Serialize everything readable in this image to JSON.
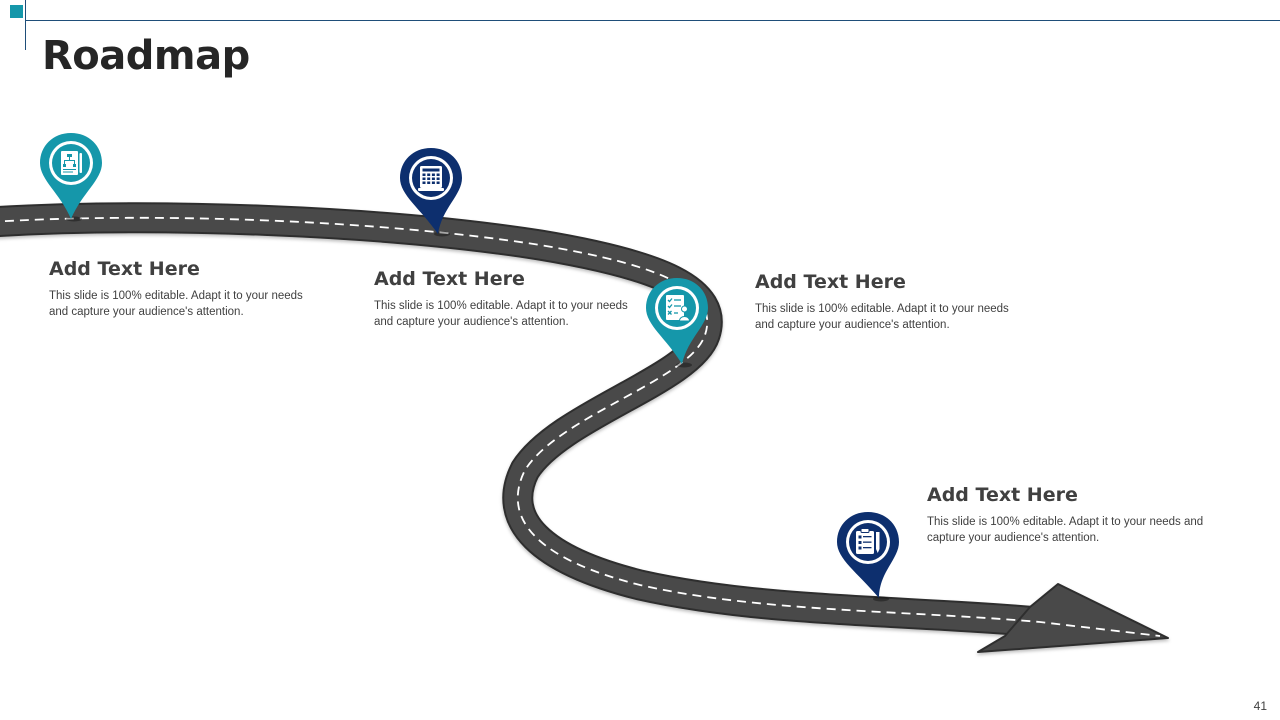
{
  "slide": {
    "title": "Roadmap",
    "page_number": "41"
  },
  "colors": {
    "teal": "#1597aa",
    "navy": "#0d2f6e",
    "road": "#4a4a4a",
    "road_edge": "#2e2e2e",
    "lane": "#ffffff",
    "text": "#404040",
    "title": "#262626"
  },
  "milestones": [
    {
      "heading": "Add Text Here",
      "description": "This slide is 100% editable. Adapt it to your needs and capture your audience's attention.",
      "icon": "flowchart-document-icon",
      "pin_color": "teal"
    },
    {
      "heading": "Add Text Here",
      "description": "This slide is 100% editable. Adapt it to your needs and capture your audience's attention.",
      "icon": "calculator-icon",
      "pin_color": "navy"
    },
    {
      "heading": "Add Text Here",
      "description": "This slide is 100% editable. Adapt it to your needs and capture your audience's attention.",
      "icon": "checklist-person-icon",
      "pin_color": "teal"
    },
    {
      "heading": "Add Text Here",
      "description": "This slide is 100% editable. Adapt it to your needs and capture your audience's attention.",
      "icon": "clipboard-pen-icon",
      "pin_color": "navy"
    }
  ]
}
